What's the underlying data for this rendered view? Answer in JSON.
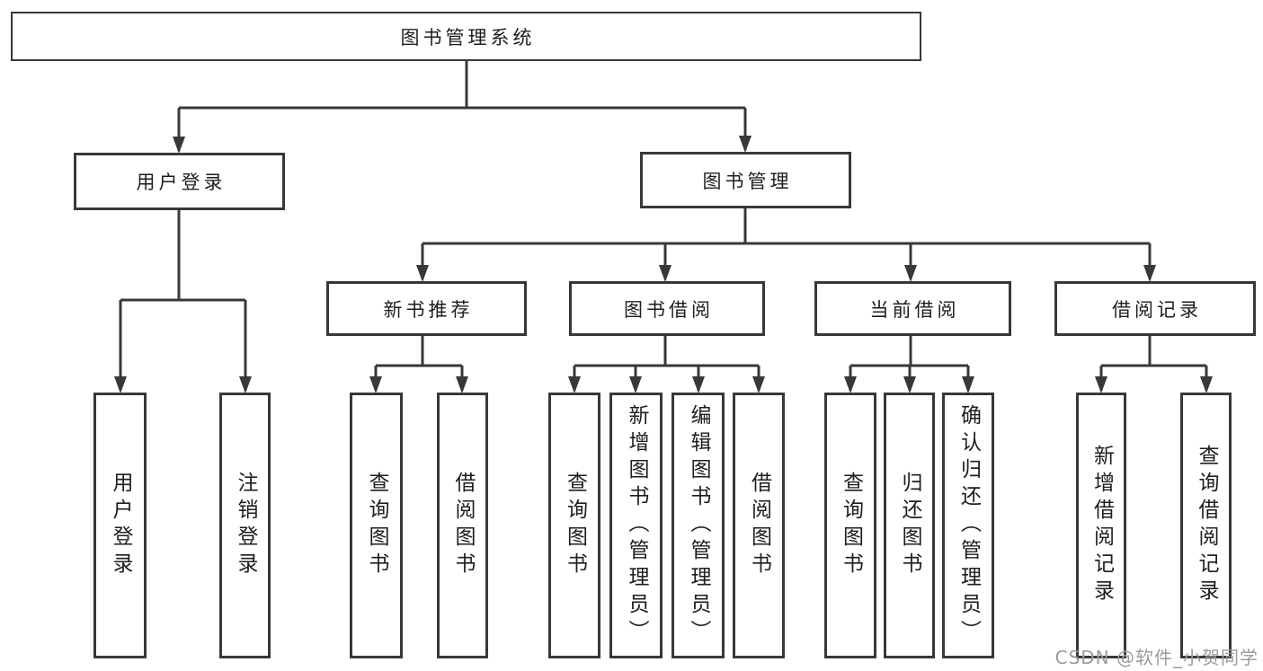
{
  "diagram_type": "hierarchy-tree",
  "tree": {
    "label": "图书管理系统",
    "children": [
      {
        "label": "用户登录",
        "children": [
          {
            "label": "用户登录"
          },
          {
            "label": "注销登录"
          }
        ]
      },
      {
        "label": "图书管理",
        "children": [
          {
            "label": "新书推荐",
            "children": [
              {
                "label": "查询图书"
              },
              {
                "label": "借阅图书"
              }
            ]
          },
          {
            "label": "图书借阅",
            "children": [
              {
                "label": "查询图书"
              },
              {
                "label": "新增图书（管理员）"
              },
              {
                "label": "编辑图书（管理员）"
              },
              {
                "label": "借阅图书"
              }
            ]
          },
          {
            "label": "当前借阅",
            "children": [
              {
                "label": "查询图书"
              },
              {
                "label": "归还图书"
              },
              {
                "label": "确认归还（管理员）"
              }
            ]
          },
          {
            "label": "借阅记录",
            "children": [
              {
                "label": "新增借阅记录"
              },
              {
                "label": "查询借阅记录"
              }
            ]
          }
        ]
      }
    ]
  },
  "watermark": {
    "text": "CSDN @软件_小贺同学"
  },
  "colors": {
    "background": "#ffffff",
    "line": "#383838",
    "box_border": "#383838",
    "text": "#1e1e1e",
    "watermark": "#9b9b9b"
  }
}
